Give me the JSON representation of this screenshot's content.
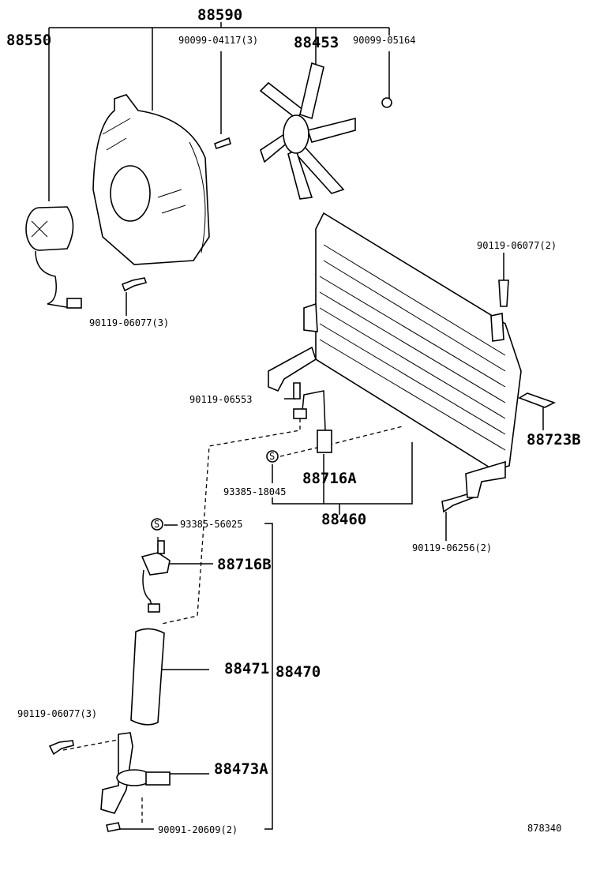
{
  "diagram_id": "878340",
  "labels": {
    "fan_shroud_assy": "88590",
    "fan_motor": "88550",
    "screw_shroud": "90099-04117(3)",
    "fan": "88453",
    "nut_fan": "90099-05164",
    "bolt_condenser_top": "90119-06077(2)",
    "bolt_shroud": "90119-06077(3)",
    "bolt_pipe": "90119-06553",
    "label_plate": "88723B",
    "pressure_switch_a": "88716A",
    "oring_a": "93385-18045",
    "condenser_assy": "88460",
    "bolt_condenser_bottom": "90119-06256(2)",
    "oring_b": "93385-56025",
    "pressure_switch_b": "88716B",
    "receiver": "88471",
    "receiver_assy": "88470",
    "bolt_bracket": "90119-06077(3)",
    "receiver_bracket": "88473A",
    "bolt_bracket_bottom": "90091-20609(2)"
  }
}
